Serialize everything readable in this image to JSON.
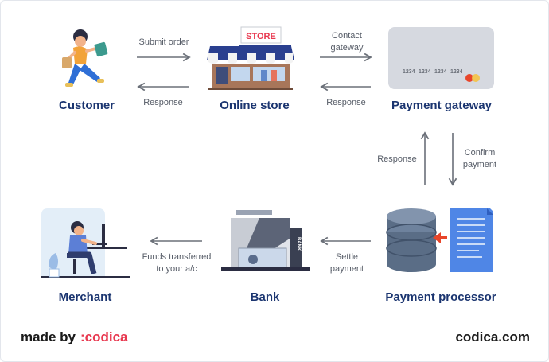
{
  "nodes": {
    "customer": "Customer",
    "online_store": "Online store",
    "payment_gateway": "Payment gateway",
    "merchant": "Merchant",
    "bank": "Bank",
    "payment_processor": "Payment processor"
  },
  "edges": {
    "submit_order": "Submit order",
    "response_store_to_customer": "Response",
    "contact_gateway_1": "Contact",
    "contact_gateway_2": "gateway",
    "response_gateway_to_store": "Response",
    "response_processor_to_gateway": "Response",
    "confirm_payment_1": "Confirm",
    "confirm_payment_2": "payment",
    "settle_payment_1": "Settle",
    "settle_payment_2": "payment",
    "funds_transferred_1": "Funds transferred",
    "funds_transferred_2": "to your a/c"
  },
  "store_sign": "STORE",
  "bank_sign": "BANK",
  "card_numbers": [
    "1234",
    "1234",
    "1234",
    "1234"
  ],
  "footer": {
    "made_by": "made by",
    "brand": ":codica",
    "site": "codica.com"
  },
  "colors": {
    "title": "#1b3570",
    "brand": "#e8384f",
    "arrow": "#6b7079",
    "accent_arrow": "#e8452a"
  }
}
